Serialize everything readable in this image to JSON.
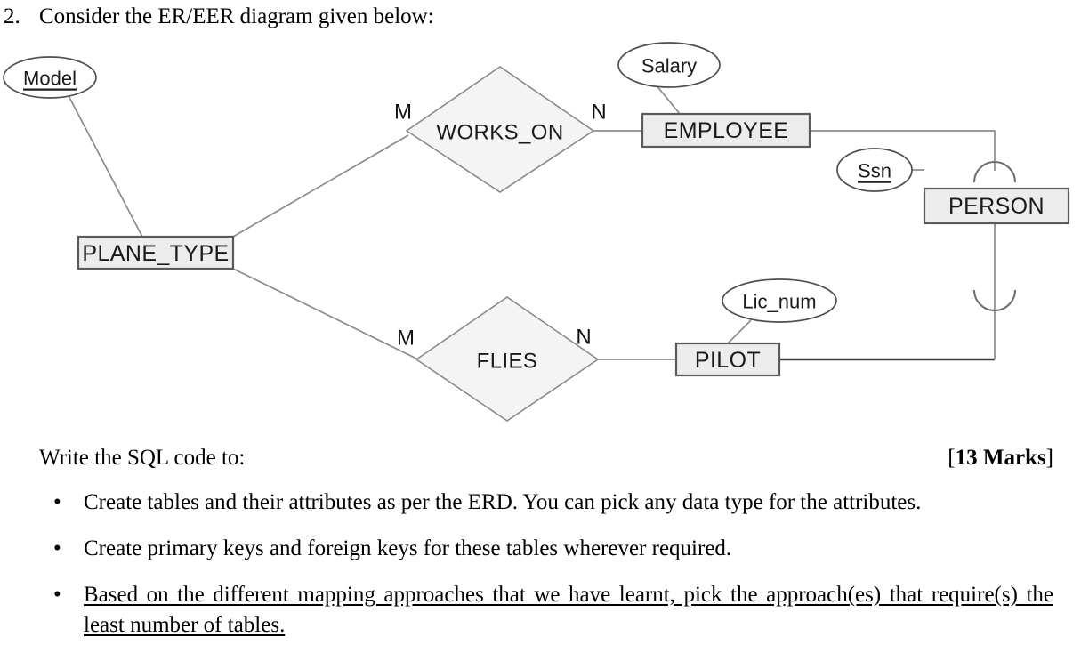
{
  "question": {
    "number": "2.",
    "text": "Consider the ER/EER diagram given below:"
  },
  "diagram": {
    "entities": [
      {
        "name": "PLANE_TYPE",
        "label": "PLANE_TYPE"
      },
      {
        "name": "EMPLOYEE",
        "label": "EMPLOYEE"
      },
      {
        "name": "PERSON",
        "label": "PERSON"
      },
      {
        "name": "PILOT",
        "label": "PILOT"
      }
    ],
    "relationships": [
      {
        "name": "WORKS_ON",
        "label": "WORKS_ON"
      },
      {
        "name": "FLIES",
        "label": "FLIES"
      }
    ],
    "attributes": [
      {
        "name": "Model",
        "label": "Model",
        "key": true,
        "owner": "PLANE_TYPE"
      },
      {
        "name": "Salary",
        "label": "Salary",
        "key": false,
        "owner": "EMPLOYEE"
      },
      {
        "name": "Ssn",
        "label": "Ssn",
        "key": true,
        "owner": "PERSON"
      },
      {
        "name": "Lic_num",
        "label": "Lic_num",
        "key": false,
        "owner": "PILOT"
      }
    ],
    "cardinalities": [
      {
        "label": "M",
        "edge": "PLANE_TYPE-WORKS_ON"
      },
      {
        "label": "N",
        "edge": "WORKS_ON-EMPLOYEE"
      },
      {
        "label": "M",
        "edge": "PLANE_TYPE-FLIES"
      },
      {
        "label": "N",
        "edge": "FLIES-PILOT"
      }
    ],
    "colors": {
      "entity_fill": "#ececec",
      "entity_stroke": "#5a5a5a",
      "relationship_fill": "#f4f4f4",
      "relationship_stroke": "#8b8b8b",
      "attribute_fill": "#ffffff",
      "attribute_stroke": "#4f4f4f",
      "edge_stroke": "#8b8b8b",
      "background": "#ffffff"
    }
  },
  "prompt": {
    "lead_in": "Write the SQL code to:",
    "marks": "13 Marks",
    "marks_open": "[",
    "marks_close": "]"
  },
  "tasks": {
    "bullet": "•",
    "items": [
      "Create tables and their attributes as per the ERD. You can pick any data type for the attributes.",
      "Create primary keys and foreign keys for these tables wherever required.",
      "Based on the different mapping approaches that we have learnt, pick the approach(es) that require(s) the least number of tables."
    ]
  }
}
